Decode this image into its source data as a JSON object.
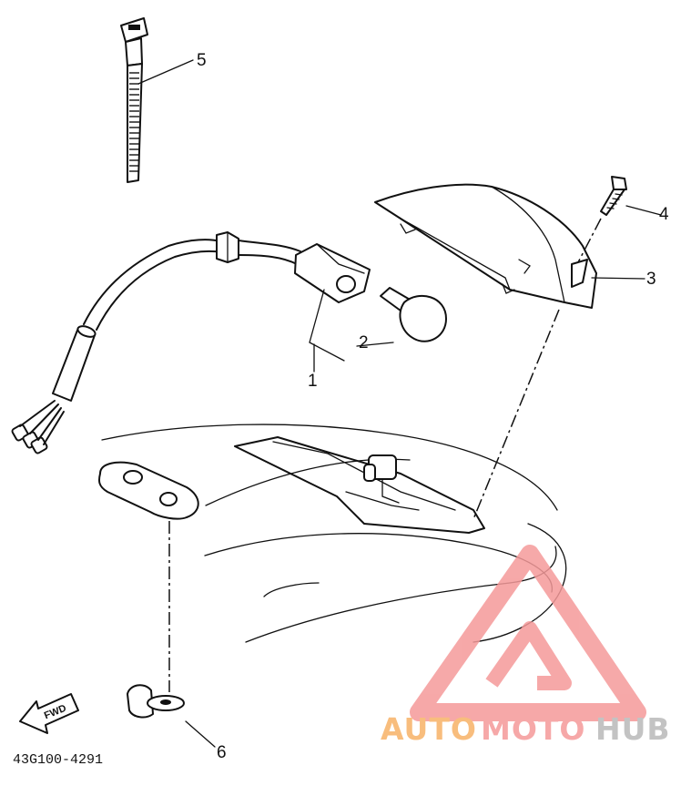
{
  "diagram": {
    "parts": [
      {
        "label": "1",
        "name": "socket-cord"
      },
      {
        "label": "2",
        "name": "bulb"
      },
      {
        "label": "3",
        "name": "lens"
      },
      {
        "label": "4",
        "name": "screw"
      },
      {
        "label": "5",
        "name": "cable-tie"
      },
      {
        "label": "6",
        "name": "nut"
      }
    ],
    "fwd_label": "FWD",
    "reference_code": "43G100-4291"
  },
  "watermark": {
    "brand_part1": "AUTO",
    "brand_part2": "MOTO",
    "brand_part3": "HUB",
    "colors": {
      "orange": "#f7b267",
      "pink": "#f59a9a",
      "gray": "#b9b9b9"
    }
  }
}
